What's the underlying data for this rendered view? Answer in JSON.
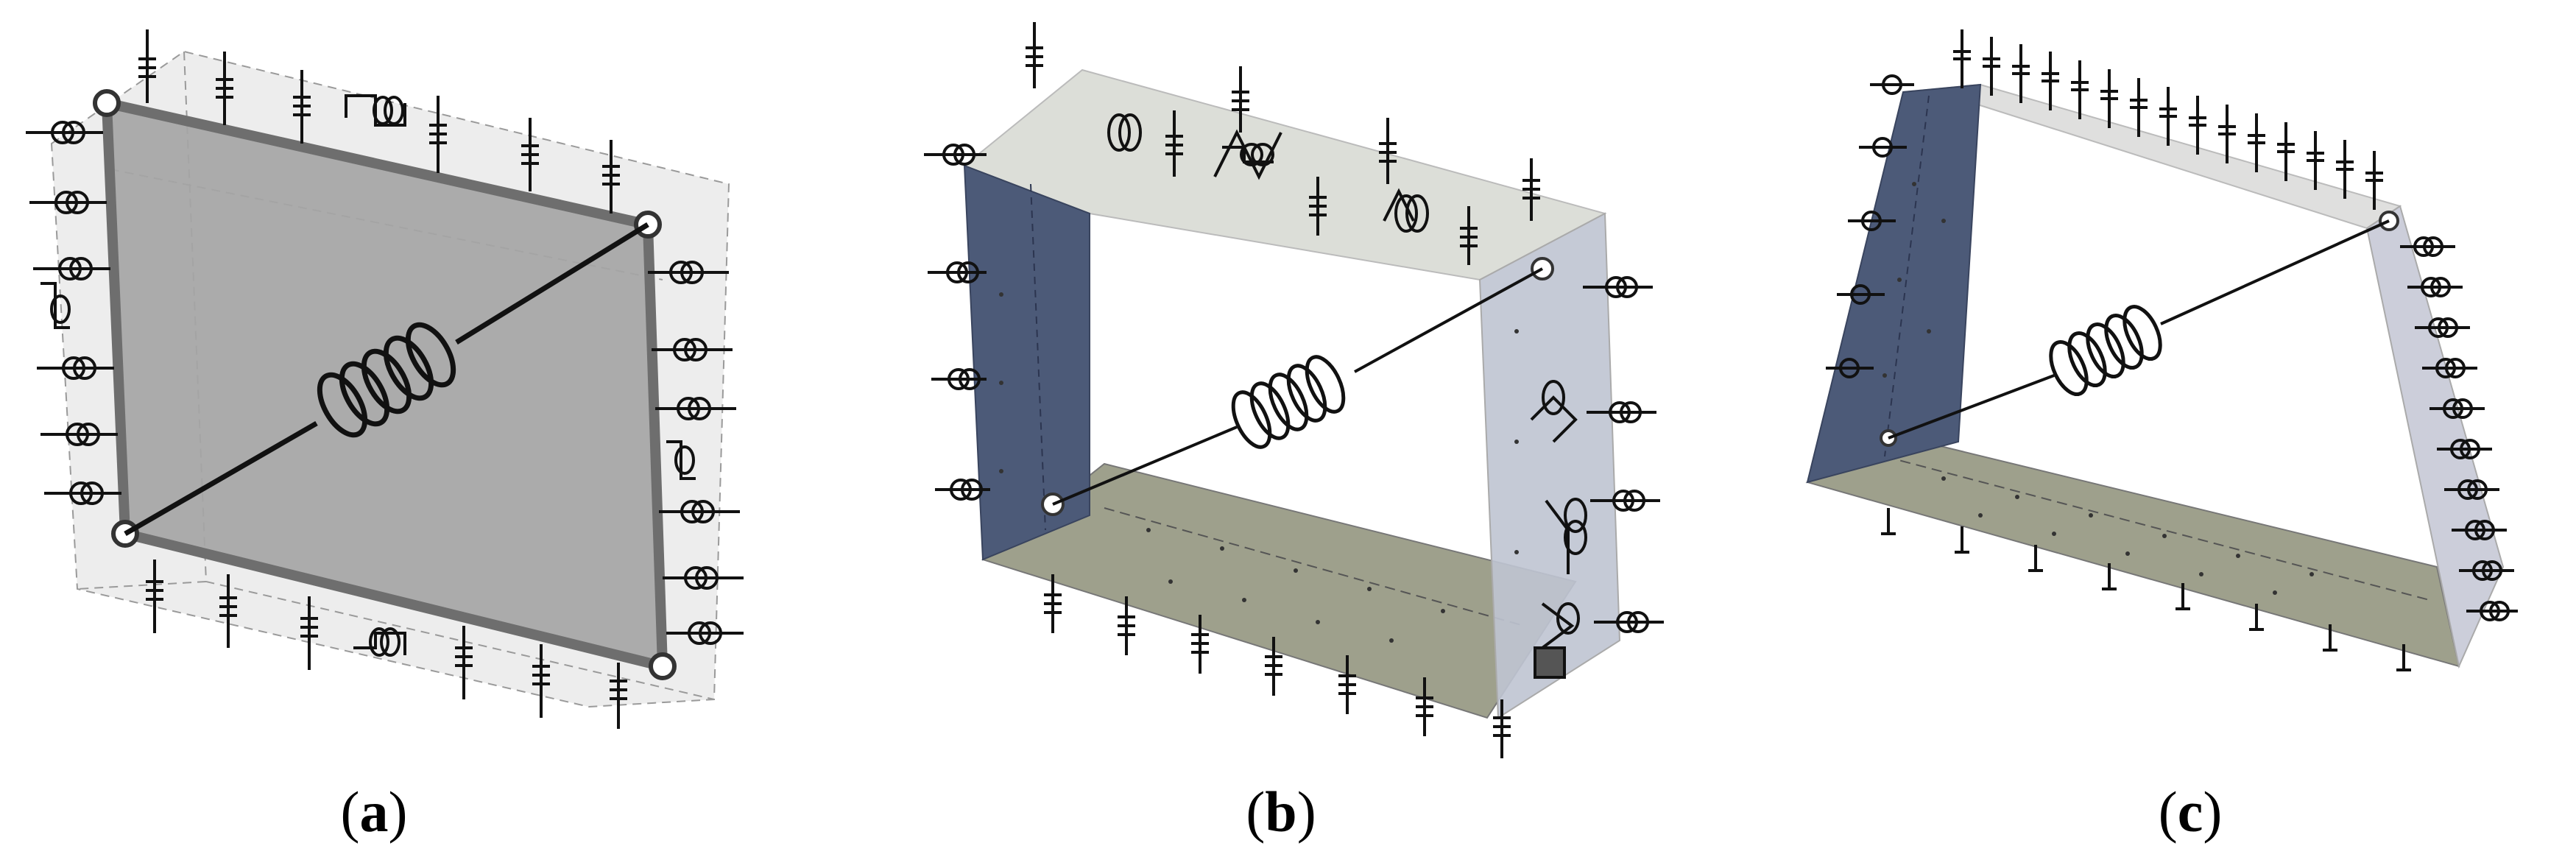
{
  "panels": [
    {
      "id": "a",
      "label": "a",
      "colors": {
        "face": "#a5a5a5",
        "frame": "#6e6e6e",
        "ghost": "#e9e9e9"
      }
    },
    {
      "id": "b",
      "label": "b",
      "colors": {
        "left": "#4c5a78",
        "top": "#d8dad4",
        "right": "#bfc4d2",
        "bottom": "#8d8f78"
      }
    },
    {
      "id": "c",
      "label": "c",
      "colors": {
        "left": "#4c5a78",
        "top": "#dcdcda",
        "right": "#c6c9d6",
        "bottom": "#8d8f78"
      }
    }
  ],
  "colors": {
    "spring": "#111111",
    "background": "#ffffff"
  }
}
